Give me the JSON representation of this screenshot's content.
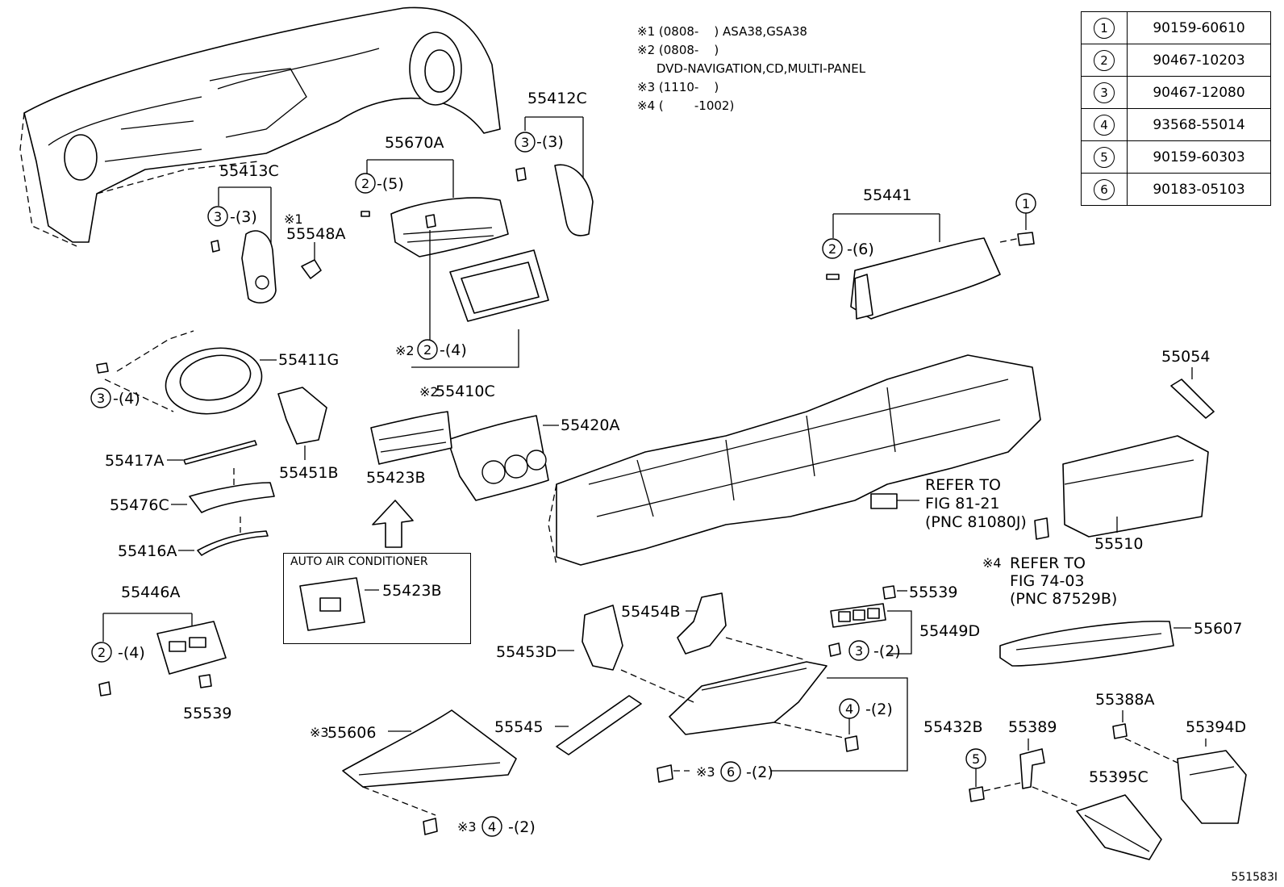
{
  "notes": [
    "※1 (0808-    ) ASA38,GSA38",
    "※2 (0808-    )",
    "     DVD-NAVIGATION,CD,MULTI-PANEL",
    "※3 (1110-    )",
    "※4 (        -1002)"
  ],
  "legend": [
    {
      "num": "1",
      "part": "90159-60610"
    },
    {
      "num": "2",
      "part": "90467-10203"
    },
    {
      "num": "3",
      "part": "90467-12080"
    },
    {
      "num": "4",
      "part": "93568-55014"
    },
    {
      "num": "5",
      "part": "90159-60303"
    },
    {
      "num": "6",
      "part": "90183-05103"
    }
  ],
  "ac_box": {
    "title": "AUTO AIR CONDITIONER",
    "part": "55423B"
  },
  "labels": {
    "p55413C": "55413C",
    "p55548A": "55548A",
    "p55670A": "55670A",
    "p55412C": "55412C",
    "p55441": "55441",
    "p55411G": "55411G",
    "p55410C": "55410C",
    "p55420A": "55420A",
    "p55054": "55054",
    "p55417A": "55417A",
    "p55451B": "55451B",
    "p55423B": "55423B",
    "p55476C": "55476C",
    "p55416A": "55416A",
    "p55510": "55510",
    "p55446A": "55446A",
    "p55539a": "55539",
    "p55539b": "55539",
    "p55454B": "55454B",
    "p55449D": "55449D",
    "p55607": "55607",
    "p55453D": "55453D",
    "p55545": "55545",
    "p55432B": "55432B",
    "p55606": "55606",
    "p55389": "55389",
    "p55388A": "55388A",
    "p55394D": "55394D",
    "p55395C": "55395C"
  },
  "callouts": {
    "c_3_3a": "-(3)",
    "c_2_5": "-(5)",
    "c_3_3b": "-(3)",
    "c_2_6": "-(6)",
    "c_2_4a": "-(4)",
    "c_3_4": "-(4)",
    "c_2_4b": "-(4)",
    "c_3_2": "-(2)",
    "c_4_2a": "-(2)",
    "c_6_2": "-(2)",
    "c_4_2b": "-(2)"
  },
  "marks": {
    "m1": "※1",
    "m2a": "※2",
    "m2b": "※2",
    "m3a": "※3",
    "m3b": "※3",
    "m3c": "※3",
    "m4": "※4"
  },
  "refers": {
    "r1": [
      "REFER TO",
      "FIG 81-21",
      "(PNC 81080J)"
    ],
    "r2": [
      "REFER TO",
      "FIG 74-03",
      "(PNC 87529B)"
    ]
  },
  "doc_number": "551583I"
}
